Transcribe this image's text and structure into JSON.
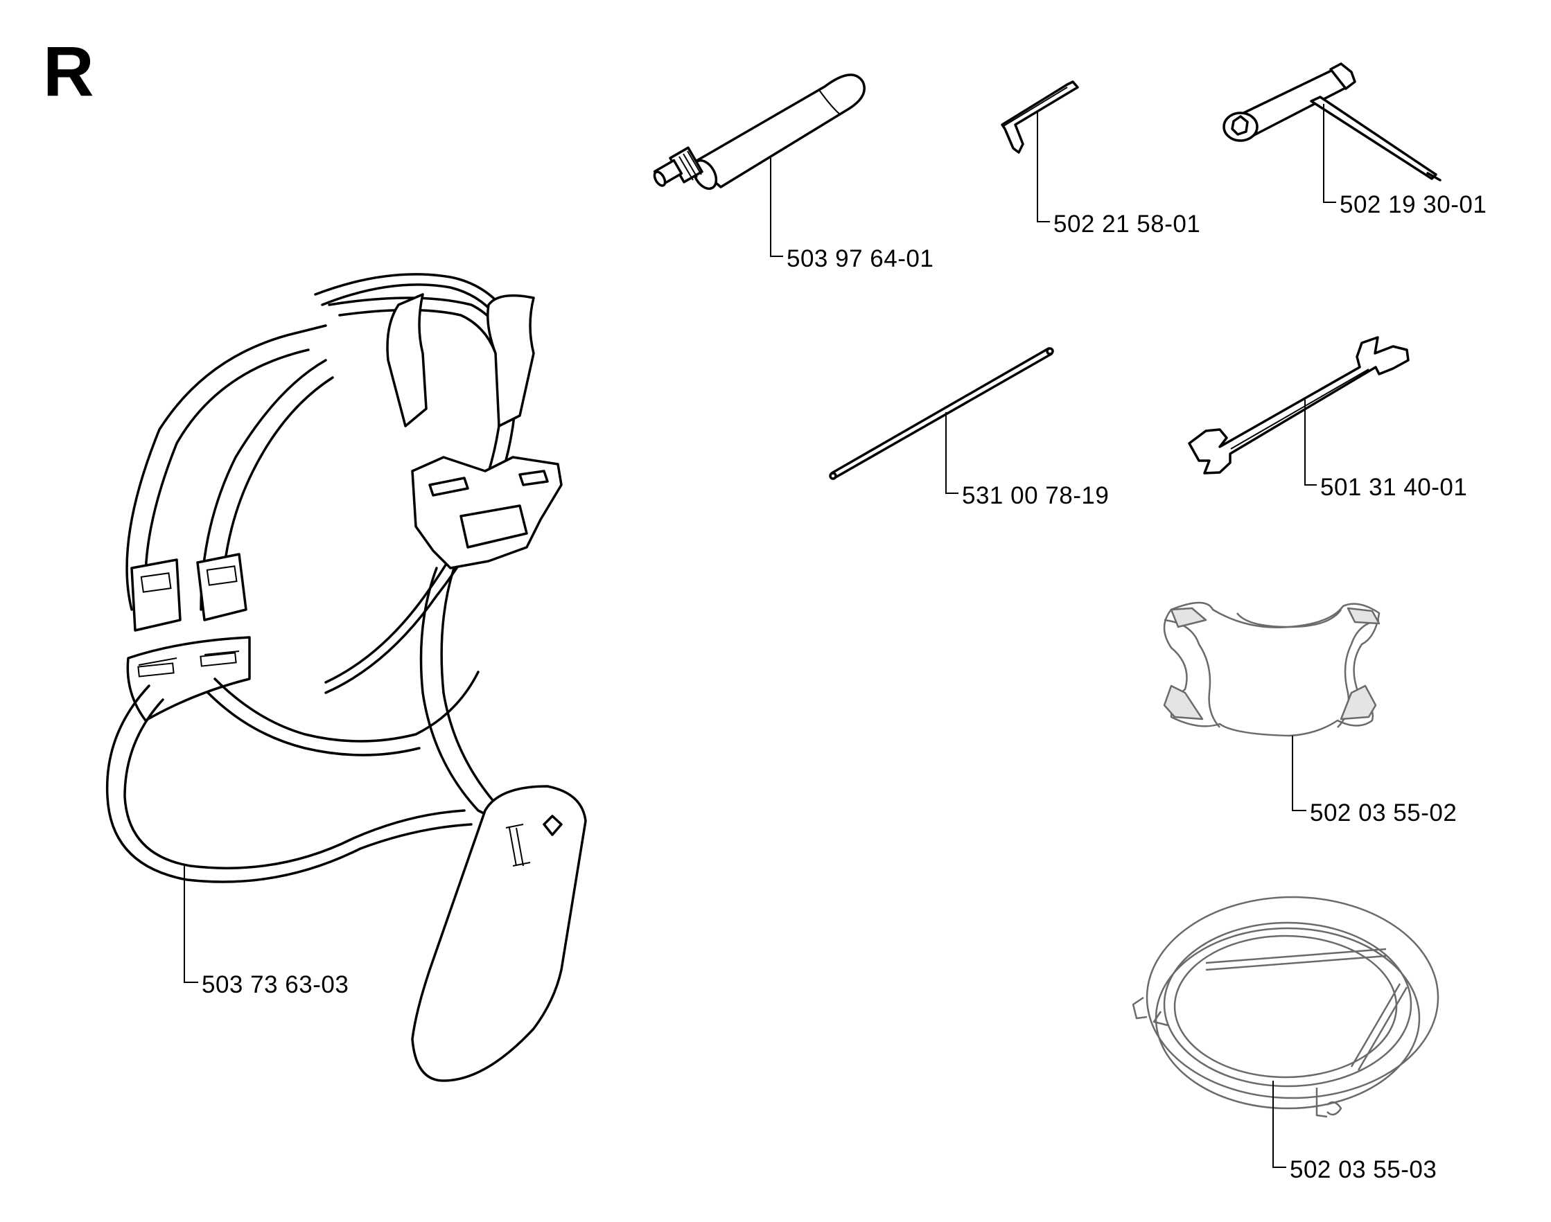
{
  "section_letter": "R",
  "parts": [
    {
      "id": "grease-tube",
      "part_number": "503 97 64-01"
    },
    {
      "id": "hex-key",
      "part_number": "502 21 58-01"
    },
    {
      "id": "socket-wrench",
      "part_number": "502 19 30-01"
    },
    {
      "id": "rod",
      "part_number": "531 00 78-19"
    },
    {
      "id": "open-end-wrench",
      "part_number": "501 31 40-01"
    },
    {
      "id": "harness",
      "part_number": "503 73 63-03"
    },
    {
      "id": "harness-plate",
      "part_number": "502 03 55-02"
    },
    {
      "id": "support-ring",
      "part_number": "502 03 55-03"
    }
  ]
}
